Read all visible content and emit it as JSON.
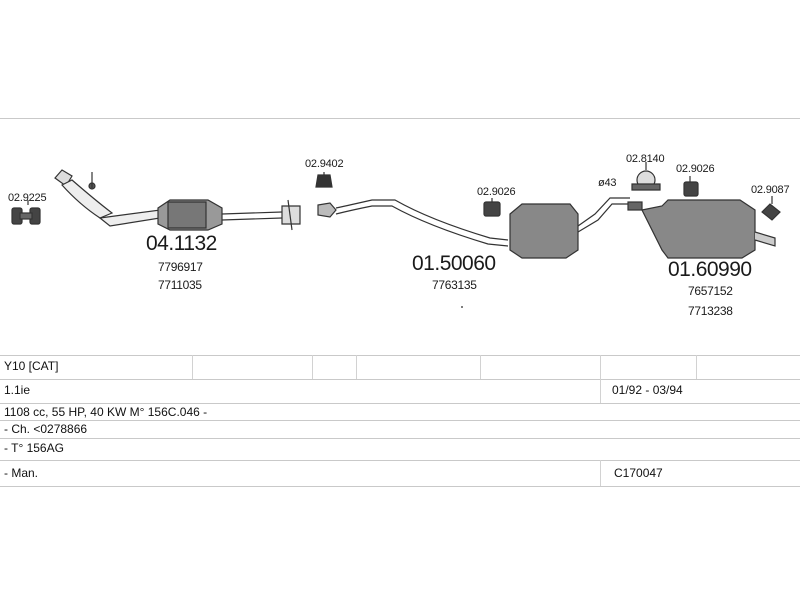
{
  "parts": {
    "gasket_left": "02.9225",
    "cat": {
      "number": "04.1132",
      "oem1": "7796917",
      "oem2": "7711035"
    },
    "gasket_top": "02.9402",
    "clamp_mid": "02.9026",
    "centre": {
      "number": "01.50060",
      "oem1": "7763135"
    },
    "diameter": "ø43",
    "hanger_top": "02.8140",
    "clamp_right": "02.9026",
    "gasket_right": "02.9087",
    "rear": {
      "number": "01.60990",
      "oem1": "7657152",
      "oem2": "7713238"
    }
  },
  "table": {
    "model": "Y10  [CAT]",
    "engine": "1.1ie",
    "years": "01/92 - 03/94",
    "spec": "1108 cc, 55 HP, 40 KW M° 156C.046 -",
    "chassis": "- Ch. <0278866",
    "type": "- T° 156AG",
    "gearbox": "- Man.",
    "code": "C170047"
  }
}
